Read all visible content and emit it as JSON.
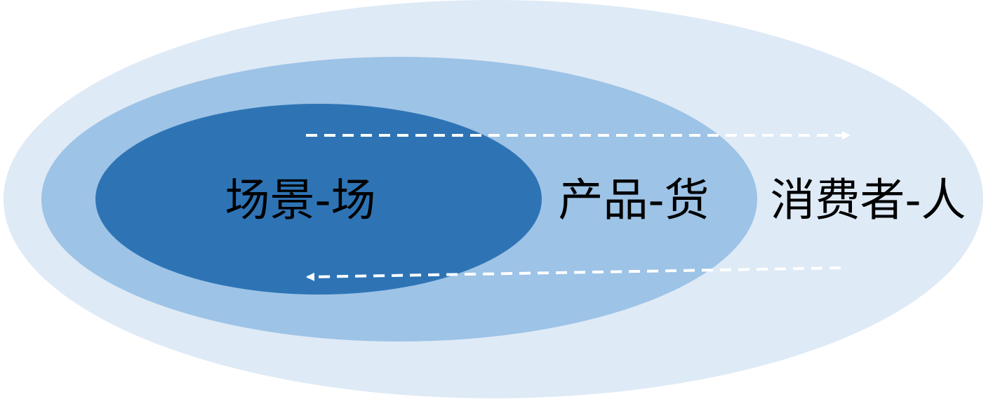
{
  "diagram": {
    "layers": [
      {
        "id": "inner",
        "label": "场景-场",
        "color": "#2e74b5"
      },
      {
        "id": "middle",
        "label": "产品-货",
        "color": "#9dc3e6"
      },
      {
        "id": "outer",
        "label": "消费者-人",
        "color": "#deeaf6"
      }
    ],
    "arrows": [
      {
        "id": "outward-arrow",
        "direction": "outward",
        "color": "#ffffff",
        "style": "dashed"
      },
      {
        "id": "inward-arrow",
        "direction": "inward",
        "color": "#ffffff",
        "style": "dashed"
      }
    ]
  }
}
